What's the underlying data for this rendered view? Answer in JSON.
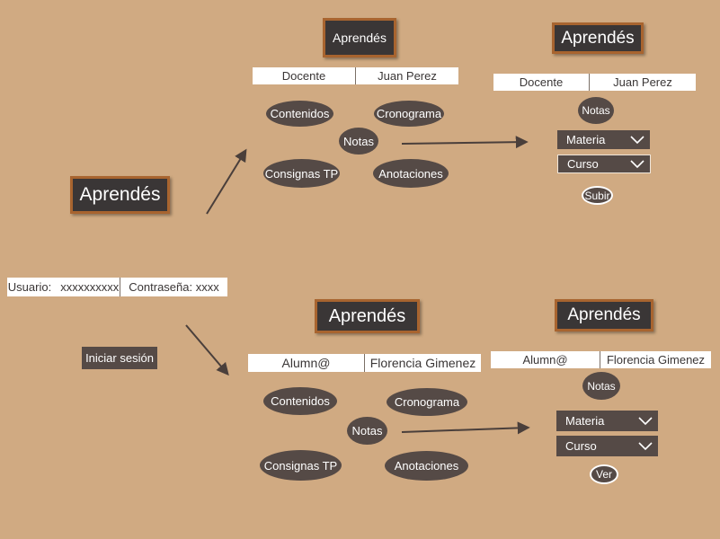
{
  "login": {
    "title": "Aprendés",
    "user_label": "Usuario:",
    "user_value": "xxxxxxxxxx",
    "password_label": "Contraseña: xxxx",
    "login_button": "Iniciar sesión"
  },
  "teacher_home": {
    "title": "Aprendés",
    "role": "Docente",
    "name": "Juan Perez",
    "menu": {
      "contents": "Contenidos",
      "schedule": "Cronograma",
      "grades": "Notas",
      "assignments": "Consignas TP",
      "notes": "Anotaciones"
    }
  },
  "teacher_grades": {
    "title": "Aprendés",
    "role": "Docente",
    "name": "Juan Perez",
    "section": "Notas",
    "subject_select": "Materia",
    "course_select": "Curso",
    "action": "Subir"
  },
  "student_home": {
    "title": "Aprendés",
    "role": "Alumn@",
    "name": "Florencia Gimenez",
    "menu": {
      "contents": "Contenidos",
      "schedule": "Cronograma",
      "grades": "Notas",
      "assignments": "Consignas TP",
      "notes": "Anotaciones"
    }
  },
  "student_grades": {
    "title": "Aprendés",
    "role": "Alumn@",
    "name": "Florencia Gimenez",
    "section": "Notas",
    "subject_select": "Materia",
    "course_select": "Curso",
    "action": "Ver"
  },
  "colors": {
    "background": "#d0aa82",
    "board": "#3a3636",
    "board_frame": "#a8642f",
    "node": "#554a46",
    "bar": "#ffffff",
    "arrow": "#4a3f3b"
  }
}
